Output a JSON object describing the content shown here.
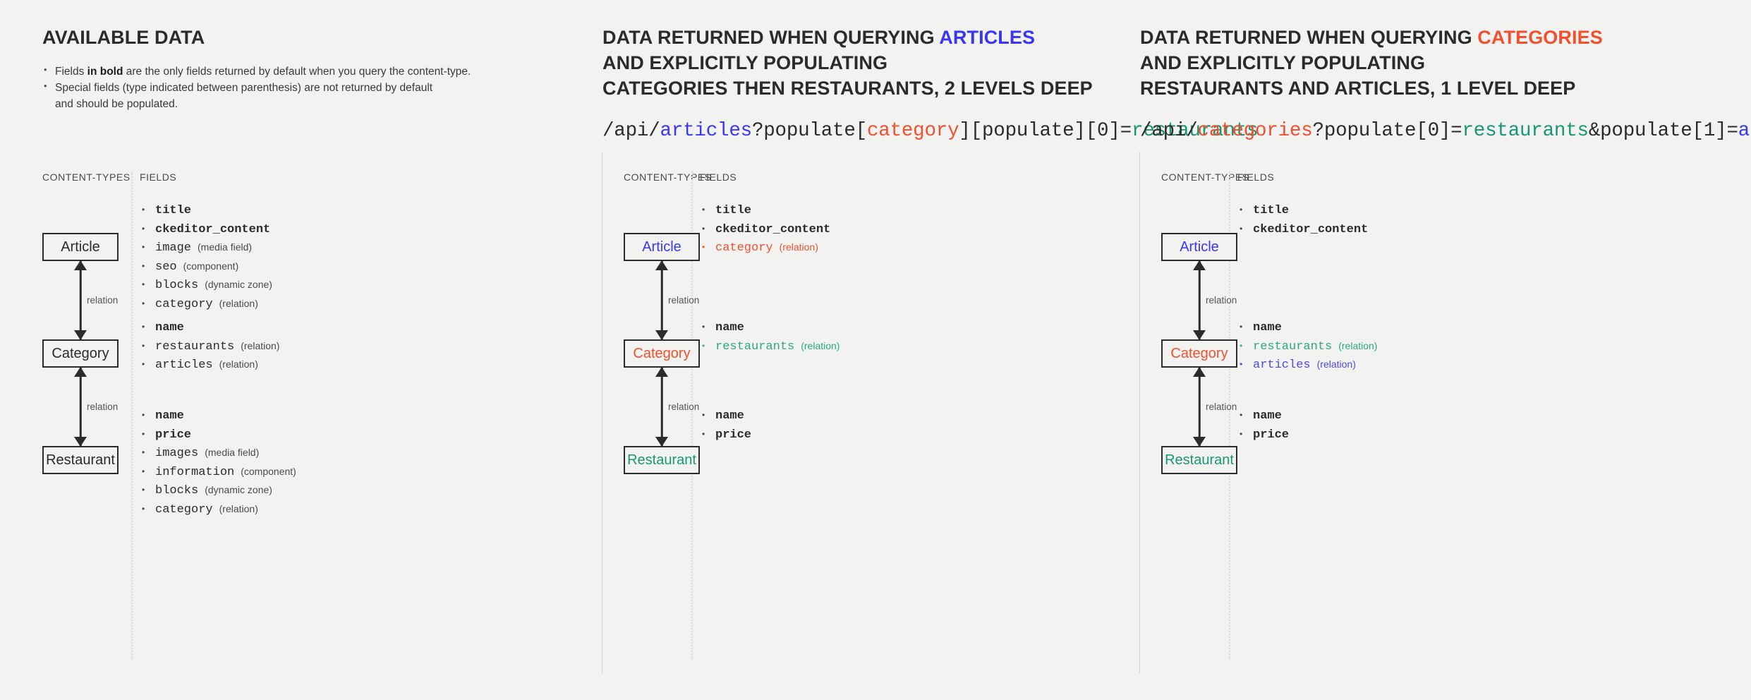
{
  "colors": {
    "background": "#f2f2f1",
    "ink": "#2b2b2b",
    "articles_blue": "#3b36f4",
    "categories_red": "#f1502f",
    "restaurants_green": "#199675",
    "muted": "#4a4a4a"
  },
  "captions": {
    "content_types": "CONTENT-TYPES",
    "fields": "FIELDS"
  },
  "connector_label": "relation",
  "panels": [
    {
      "id": "available-data",
      "title_lines": [
        [
          {
            "text": "AVAILABLE DATA",
            "color": "ink"
          }
        ]
      ],
      "notes": [
        {
          "pre": "Fields ",
          "bold": "in bold",
          "post": " are the only fields returned by default when you query the content-type."
        },
        {
          "pre": "Special fields (type indicated between parenthesis) are not returned by default",
          "bold": "",
          "post": ""
        },
        {
          "pre": "and should be populated.",
          "bold": "",
          "post": "",
          "continuation": true
        }
      ],
      "code": [],
      "nodes": [
        {
          "label": "Article",
          "color": "ink"
        },
        {
          "label": "Category",
          "color": "ink"
        },
        {
          "label": "Restaurant",
          "color": "ink"
        }
      ],
      "field_groups": [
        {
          "for": "Article",
          "fields": [
            {
              "name": "title",
              "type": "",
              "bold": true,
              "color": "ink"
            },
            {
              "name": "ckeditor_content",
              "type": "",
              "bold": true,
              "color": "ink"
            },
            {
              "name": "image",
              "type": "(media field)",
              "bold": false,
              "color": "ink"
            },
            {
              "name": "seo",
              "type": "(component)",
              "bold": false,
              "color": "ink"
            },
            {
              "name": "blocks",
              "type": "(dynamic zone)",
              "bold": false,
              "color": "ink"
            },
            {
              "name": "category",
              "type": "(relation)",
              "bold": false,
              "color": "ink"
            }
          ]
        },
        {
          "for": "Category",
          "fields": [
            {
              "name": "name",
              "type": "",
              "bold": true,
              "color": "ink"
            },
            {
              "name": "restaurants",
              "type": "(relation)",
              "bold": false,
              "color": "ink"
            },
            {
              "name": "articles",
              "type": "(relation)",
              "bold": false,
              "color": "ink"
            }
          ]
        },
        {
          "for": "Restaurant",
          "fields": [
            {
              "name": "name",
              "type": "",
              "bold": true,
              "color": "ink"
            },
            {
              "name": "price",
              "type": "",
              "bold": true,
              "color": "ink"
            },
            {
              "name": "images",
              "type": "(media field)",
              "bold": false,
              "color": "ink"
            },
            {
              "name": "information",
              "type": "(component)",
              "bold": false,
              "color": "ink"
            },
            {
              "name": "blocks",
              "type": "(dynamic zone)",
              "bold": false,
              "color": "ink"
            },
            {
              "name": "category",
              "type": "(relation)",
              "bold": false,
              "color": "ink"
            }
          ]
        }
      ]
    },
    {
      "id": "query-articles",
      "title_lines": [
        [
          {
            "text": "DATA RETURNED WHEN QUERYING ",
            "color": "ink"
          },
          {
            "text": "ARTICLES",
            "color": "articles_blue"
          }
        ],
        [
          {
            "text": "AND EXPLICITLY POPULATING",
            "color": "ink"
          }
        ],
        [
          {
            "text": "CATEGORIES THEN RESTAURANTS, 2 LEVELS DEEP",
            "color": "ink"
          }
        ]
      ],
      "notes": [],
      "code": [
        {
          "text": "/api/",
          "color": "ink"
        },
        {
          "text": "articles",
          "color": "articles_blue"
        },
        {
          "text": "?populate[",
          "color": "ink"
        },
        {
          "text": "category",
          "color": "categories_red"
        },
        {
          "text": "][populate][0]=",
          "color": "ink"
        },
        {
          "text": "restaurants",
          "color": "restaurants_green"
        }
      ],
      "nodes": [
        {
          "label": "Article",
          "color": "articles_blue"
        },
        {
          "label": "Category",
          "color": "categories_red"
        },
        {
          "label": "Restaurant",
          "color": "restaurants_green"
        }
      ],
      "field_groups": [
        {
          "for": "Article",
          "fields": [
            {
              "name": "title",
              "type": "",
              "bold": true,
              "color": "ink"
            },
            {
              "name": "ckeditor_content",
              "type": "",
              "bold": true,
              "color": "ink"
            },
            {
              "name": "category",
              "type": "(relation)",
              "bold": false,
              "color": "categories_red"
            }
          ]
        },
        {
          "for": "Category",
          "fields": [
            {
              "name": "name",
              "type": "",
              "bold": true,
              "color": "ink"
            },
            {
              "name": "restaurants",
              "type": "(relation)",
              "bold": false,
              "color": "restaurants_green"
            }
          ]
        },
        {
          "for": "Restaurant",
          "fields": [
            {
              "name": "name",
              "type": "",
              "bold": true,
              "color": "ink"
            },
            {
              "name": "price",
              "type": "",
              "bold": true,
              "color": "ink"
            }
          ]
        }
      ]
    },
    {
      "id": "query-categories",
      "title_lines": [
        [
          {
            "text": "DATA RETURNED WHEN QUERYING ",
            "color": "ink"
          },
          {
            "text": "CATEGORIES",
            "color": "categories_red"
          }
        ],
        [
          {
            "text": "AND EXPLICITLY POPULATING",
            "color": "ink"
          }
        ],
        [
          {
            "text": "RESTAURANTS AND ARTICLES, 1 LEVEL DEEP",
            "color": "ink"
          }
        ]
      ],
      "notes": [],
      "code": [
        {
          "text": "/api/",
          "color": "ink"
        },
        {
          "text": "categories",
          "color": "categories_red"
        },
        {
          "text": "?populate[0]=",
          "color": "ink"
        },
        {
          "text": "restaurants",
          "color": "restaurants_green"
        },
        {
          "text": "&populate[1]=",
          "color": "ink"
        },
        {
          "text": "articles",
          "color": "articles_blue"
        }
      ],
      "nodes": [
        {
          "label": "Article",
          "color": "articles_blue"
        },
        {
          "label": "Category",
          "color": "categories_red"
        },
        {
          "label": "Restaurant",
          "color": "restaurants_green"
        }
      ],
      "field_groups": [
        {
          "for": "Article",
          "fields": [
            {
              "name": "title",
              "type": "",
              "bold": true,
              "color": "ink"
            },
            {
              "name": "ckeditor_content",
              "type": "",
              "bold": true,
              "color": "ink"
            }
          ]
        },
        {
          "for": "Category",
          "fields": [
            {
              "name": "name",
              "type": "",
              "bold": true,
              "color": "ink"
            },
            {
              "name": "restaurants",
              "type": "(relation)",
              "bold": false,
              "color": "restaurants_green"
            },
            {
              "name": "articles",
              "type": "(relation)",
              "bold": false,
              "color": "articles_blue"
            }
          ]
        },
        {
          "for": "Restaurant",
          "fields": [
            {
              "name": "name",
              "type": "",
              "bold": true,
              "color": "ink"
            },
            {
              "name": "price",
              "type": "",
              "bold": true,
              "color": "ink"
            }
          ]
        }
      ]
    }
  ]
}
